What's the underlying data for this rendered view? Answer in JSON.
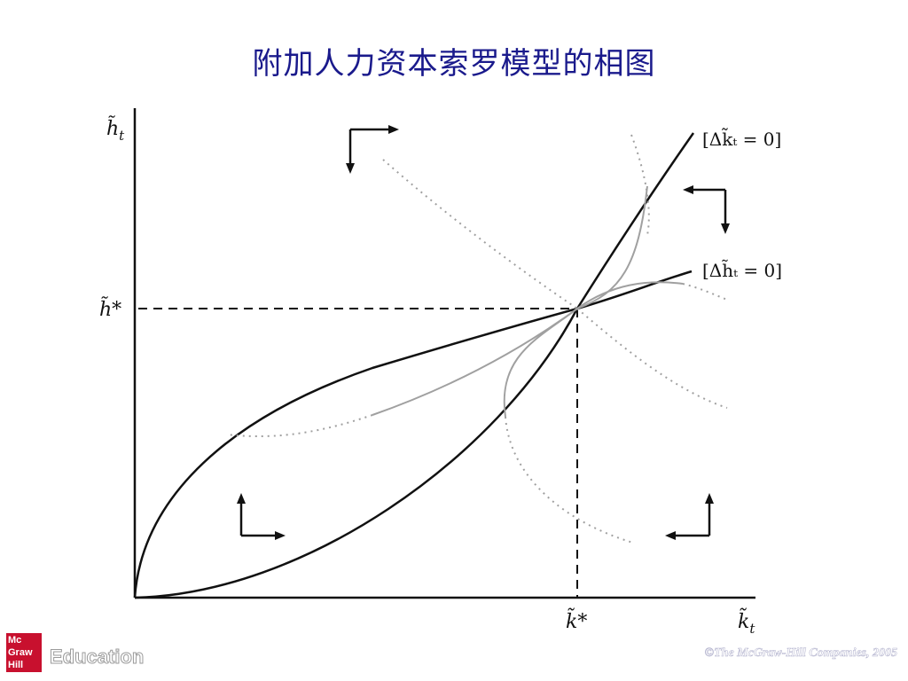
{
  "slide": {
    "title": "附加人力资本索罗模型的相图"
  },
  "diagram": {
    "y_axis_label": "h̃",
    "y_axis_sub": "t",
    "x_axis_label": "k̃",
    "x_axis_sub": "t",
    "h_star_label": "h̃*",
    "k_star_label": "k̃*",
    "locus_k": "[Δk̃ₜ = 0]",
    "locus_h": "[Δh̃ₜ = 0]"
  },
  "footer": {
    "logo_line1": "Mc",
    "logo_line2": "Graw",
    "logo_line3": "Hill",
    "logo_text": "Education",
    "copyright": "©The McGraw-Hill Companies, 2005"
  },
  "colors": {
    "title": "#1a1a8c",
    "curve": "#111111",
    "trajectory": "#a0a0a0",
    "logo_red": "#c8102e"
  }
}
